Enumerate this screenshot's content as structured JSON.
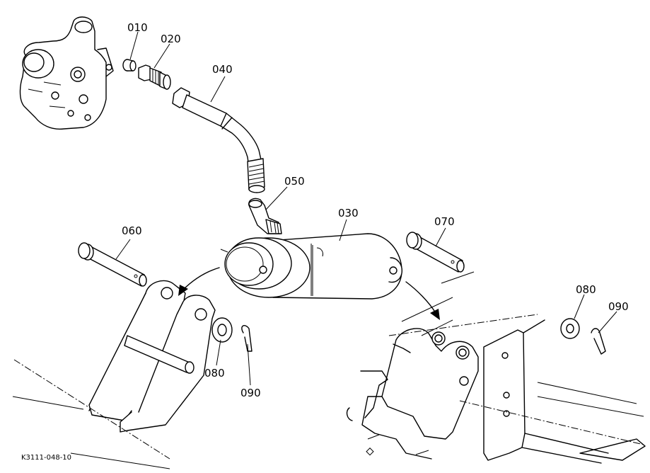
{
  "diagram": {
    "callouts": [
      {
        "id": "p010",
        "label": "010"
      },
      {
        "id": "p020",
        "label": "020"
      },
      {
        "id": "p040",
        "label": "040"
      },
      {
        "id": "p050",
        "label": "050"
      },
      {
        "id": "p030",
        "label": "030"
      },
      {
        "id": "p060",
        "label": "060"
      },
      {
        "id": "p070",
        "label": "070"
      },
      {
        "id": "p080a",
        "label": "080"
      },
      {
        "id": "p090a",
        "label": "090"
      },
      {
        "id": "p080b",
        "label": "080"
      },
      {
        "id": "p090b",
        "label": "090"
      }
    ],
    "drawing_code": "K3111-048-10"
  }
}
